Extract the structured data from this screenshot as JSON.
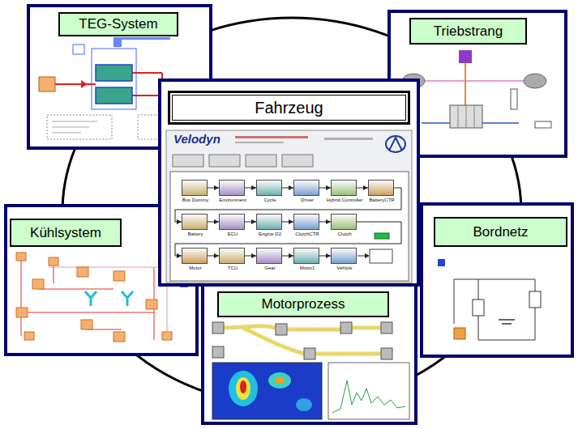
{
  "diagram": {
    "nodes": [
      {
        "text": [
          "TEG-System"
        ]
      },
      {
        "text": [
          "Triebstrang"
        ]
      },
      {
        "text": [
          "Fahrzeug"
        ]
      },
      {
        "text": [
          "Bus Dummy"
        ],
        "in": 2
      },
      {
        "text": [
          "Environment"
        ],
        "in": 2
      },
      {
        "text": [
          "Cycle"
        ],
        "in": 2
      },
      {
        "text": [
          "Driver"
        ],
        "in": 2
      },
      {
        "text": [
          "Hybrid Controller"
        ],
        "in": 2
      },
      {
        "text": [
          "BatteryCTR"
        ],
        "in": 2
      },
      {
        "text": [
          "Battery"
        ],
        "in": 2
      },
      {
        "text": [
          "ECU"
        ],
        "in": 2
      },
      {
        "text": [
          "Engine D2"
        ],
        "in": 2
      },
      {
        "text": [
          "ClutchCTR"
        ],
        "in": 2
      },
      {
        "text": [
          "Clutch"
        ],
        "in": 2
      },
      {
        "text": [
          "Motor"
        ],
        "in": 2
      },
      {
        "text": [
          "TCU"
        ],
        "in": 2
      },
      {
        "text": [
          "Gear"
        ],
        "in": 2
      },
      {
        "text": [
          "Motor1"
        ],
        "in": 2
      },
      {
        "text": [
          "Vehicle"
        ],
        "in": 2
      },
      {
        "text": [
          "Kühlsystem"
        ]
      },
      {
        "text": [
          "Bordnetz"
        ]
      },
      {
        "text": [
          "Motorprozess"
        ]
      }
    ],
    "edges": [
      {
        "from": 3,
        "to": 4,
        "arrow": "to"
      },
      {
        "from": 4,
        "to": 5,
        "arrow": "to"
      },
      {
        "from": 5,
        "to": 6,
        "arrow": "to"
      },
      {
        "from": 6,
        "to": 7,
        "arrow": "to"
      },
      {
        "from": 7,
        "to": 8,
        "arrow": "to"
      },
      {
        "from": 8,
        "to": 9,
        "arrow": "to"
      },
      {
        "from": 9,
        "to": 10,
        "arrow": "to"
      },
      {
        "from": 10,
        "to": 11,
        "arrow": "to"
      },
      {
        "from": 11,
        "to": 12,
        "arrow": "to"
      },
      {
        "from": 12,
        "to": 13,
        "arrow": "to"
      },
      {
        "from": 13,
        "to": 14,
        "arrow": "to"
      },
      {
        "from": 14,
        "to": 15,
        "arrow": "to"
      },
      {
        "from": 15,
        "to": 16,
        "arrow": "to"
      },
      {
        "from": 16,
        "to": 17,
        "arrow": "to"
      },
      {
        "from": 17,
        "to": 18,
        "arrow": "to"
      }
    ],
    "labels": [
      "Velodyn"
    ]
  }
}
